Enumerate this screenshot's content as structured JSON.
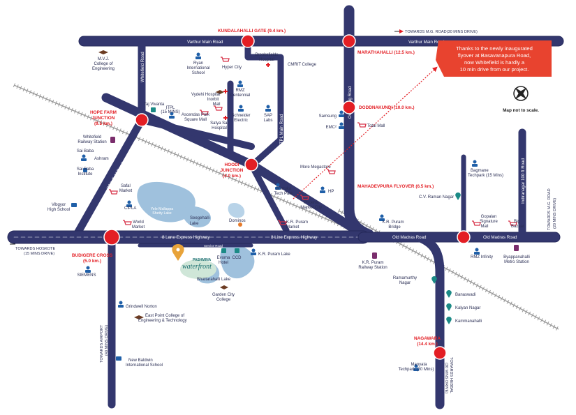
{
  "callout": {
    "lines": [
      "Thanks to the newly inaugurated",
      "flyover at Basavanapura Road,",
      "now Whitefield is hardly a",
      "10 min drive from our project."
    ]
  },
  "compass": {
    "note": "Map not to scale."
  },
  "roads": {
    "varthur_main_left": "Varthur Main Road",
    "varthur_main_right": "Varthur Main Road",
    "whitefield_road": "Whitefield Road",
    "whitefield_road_2": "Whitefield Road",
    "outer_ring_road": "Outer Ring Road",
    "itpl_main_road": "ITPL Main Road",
    "expressway_left": "8 Lane Express Highway",
    "expressway_right": "8 Line Express Highway",
    "old_madras_road_mid": "Old Madras Road",
    "old_madras_road_right": "Old Madras Road",
    "indiranagar_road": "Indiranagar 100 ft Road",
    "service_road": "Service Road"
  },
  "junctions": {
    "kundalahalli": "KUNDALAHALLI GATE (9.4 km.)",
    "marathahalli": "MARATHAHALLI (12.5 km.)",
    "doddanakundi": "DODDNAKUNDI (10.0 km.)",
    "hope_farm": [
      "HOPE FARM",
      "JUNCTION",
      "(9.5 km.)"
    ],
    "hoodi": [
      "HOODI",
      "JUNCTION",
      "(4.0 km.)"
    ],
    "mahadevpura": "MAHADEVPURA FLYOVER (6.5 km.)",
    "budigere": [
      "BUDIGERE CROSS",
      "(5.0 km.)"
    ],
    "nagawara": [
      "NAGAWARA",
      "(14.4 km.)"
    ]
  },
  "directions": {
    "mg_road_top": "TOWARDS M.G. ROAD(30 MINS DRIVE)",
    "hoskote": [
      "TOWARDS HOSKOTE",
      "(15 MINS DRIVE)"
    ],
    "airport": [
      "TOWARDS AIRPORT",
      "(40 MINS DRIVE)"
    ],
    "hebbal": [
      "TOWARDS HEBBAL",
      "(30 MINS DRIVE)"
    ],
    "mg_road_right": [
      "TOWARDS M.G. ROAD",
      "(20 MINS DRIVE)"
    ]
  },
  "project": {
    "name_top": "PASHMINA",
    "name": "waterfront"
  },
  "landmarks": {
    "mvj": [
      "M.V.J.",
      "College of",
      "Engineering"
    ],
    "ryan": [
      "Ryan",
      "International",
      "School"
    ],
    "hyper_city": "Hyper City",
    "brookefields": [
      "Brookefields",
      "Hospital"
    ],
    "cmrit": "CMRIT College",
    "vydehi": "Vydehi Hospital",
    "rmz_centennial": [
      "RMZ",
      "Centennial"
    ],
    "taj_vivanta": "Taj Vivanta",
    "itpl": [
      "ITPL",
      "(15 MINS)"
    ],
    "ascendas": [
      "Ascendas Park",
      "Square Mall"
    ],
    "inorbit": [
      "Inorbit",
      "Mall"
    ],
    "satya_sai": [
      "Satya Sai",
      "Hospital"
    ],
    "schneider": [
      "Schneider",
      "Electric"
    ],
    "sap_labs": [
      "SAP",
      "Labs"
    ],
    "samsung": "Samsung",
    "emc": "EMC²",
    "total_mall": "Total Mall",
    "whitefield_station": [
      "Whitefield",
      "Railway Station"
    ],
    "sai_baba_ashram": [
      "Sai Baba",
      "Ashram"
    ],
    "sai_baba_institute": [
      "Sai Baba",
      "Institute"
    ],
    "more_megastore": "More Megastore",
    "bhoruka": [
      "Bhoruka",
      "Tech Park"
    ],
    "hp": "HP",
    "phoenix": [
      "Phoenix",
      "Market City"
    ],
    "bagmane": [
      "Bagmane",
      "Techpark (15 Mins)"
    ],
    "cv_raman_nagar": "C.V. Raman Nagar",
    "safal": [
      "Safal",
      "Market"
    ],
    "cipla": "CIPLA",
    "yele_mallappa": [
      "Yele Mallappa",
      "Shetty Lake"
    ],
    "vibgyor": [
      "Vibgyor",
      "High School"
    ],
    "world_market": [
      "World",
      "Market"
    ],
    "seegehalli": [
      "Seegehalli",
      "Lake"
    ],
    "dominos": "Dominos",
    "kr_puram_market": [
      "K.R. Puram",
      "Market"
    ],
    "kr_puram_bridge": [
      "K.R. Puram",
      "Bridge"
    ],
    "gopalan": [
      "Gopalan",
      "Signature",
      "Mall"
    ],
    "big_bazaar": [
      "Big",
      "Bazaar"
    ],
    "evoma": [
      "Evoma",
      "Hotel"
    ],
    "ccd": "CCD",
    "kr_puram_lake": "K.R. Puram Lake",
    "kr_puram_station": [
      "K.R. Puram",
      "Railway Station"
    ],
    "rmz_infinity": "RMZ Infinity",
    "byappanahalli": [
      "Byappanahalli",
      "Metro Station"
    ],
    "siemens": "SIEMENS",
    "bhattarahalli": "Bhattarahalli Lake",
    "garden_city": [
      "Garden City",
      "College"
    ],
    "ramamurthy": [
      "Ramamurthy",
      "Nagar"
    ],
    "banaswadi": "Banaswadi",
    "kalyan_nagar": "Kalyan Nagar",
    "kammanahalli": "Kammanahalli",
    "grindwell": "Grindwell Norton",
    "east_point": [
      "East Point College of",
      "Engineering & Technology"
    ],
    "new_baldwin": [
      "New Baldwin",
      "International School"
    ],
    "manyata": [
      "Manyata",
      "Techpark (30 Mins)"
    ]
  },
  "colors": {
    "road": "#33376e",
    "road_edge": "#24285a",
    "junction": "#e31e24",
    "callout": "#e8432f",
    "lake": "#9fc1dd",
    "rail": "#9a9a9a",
    "icon_blue": "#1f5fa8",
    "icon_teal": "#1b8a86",
    "icon_red_pink": "#d8344a",
    "icon_brown": "#6b3b22"
  }
}
